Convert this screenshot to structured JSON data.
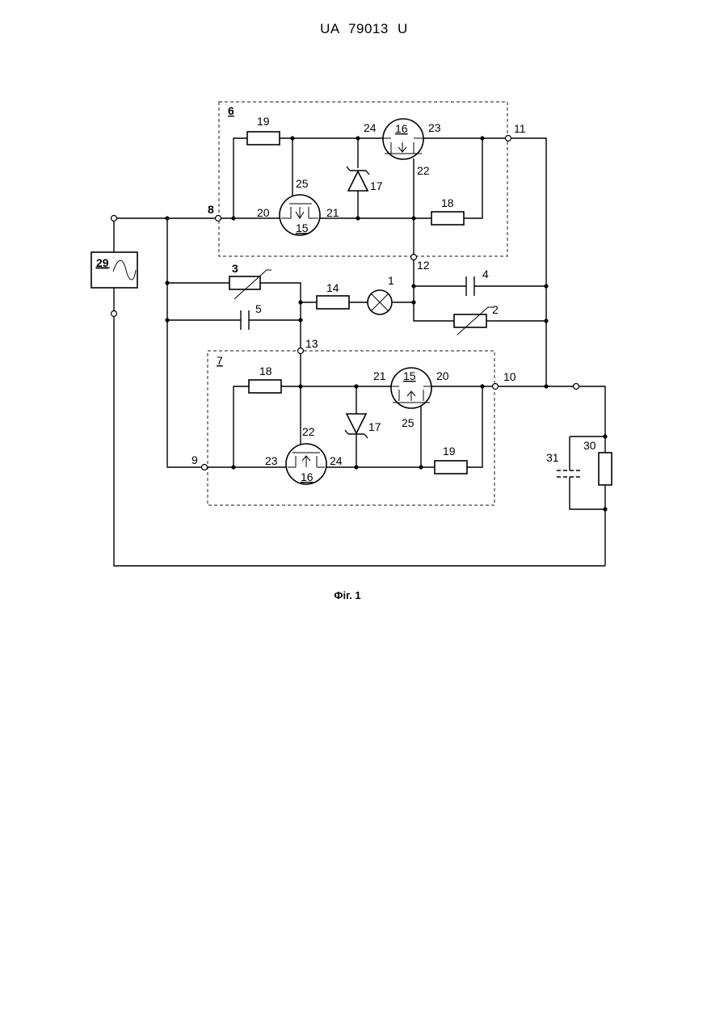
{
  "header": {
    "text": "UA   79013   U"
  },
  "caption": {
    "text": "Фіг. 1"
  },
  "labels": {
    "b6": "6",
    "b7": "7",
    "n1": "1",
    "n2": "2",
    "n3": "3",
    "n4": "4",
    "n5": "5",
    "n8": "8",
    "n9": "9",
    "n10": "10",
    "n11": "11",
    "n12": "12",
    "n13": "13",
    "n14": "14",
    "t15": "15",
    "t16": "16",
    "l17": "17",
    "l18": "18",
    "l19": "19",
    "p20": "20",
    "p21": "21",
    "p22": "22",
    "p23": "23",
    "p24": "24",
    "p25": "25",
    "g29": "29",
    "l30": "30",
    "l31": "31"
  }
}
